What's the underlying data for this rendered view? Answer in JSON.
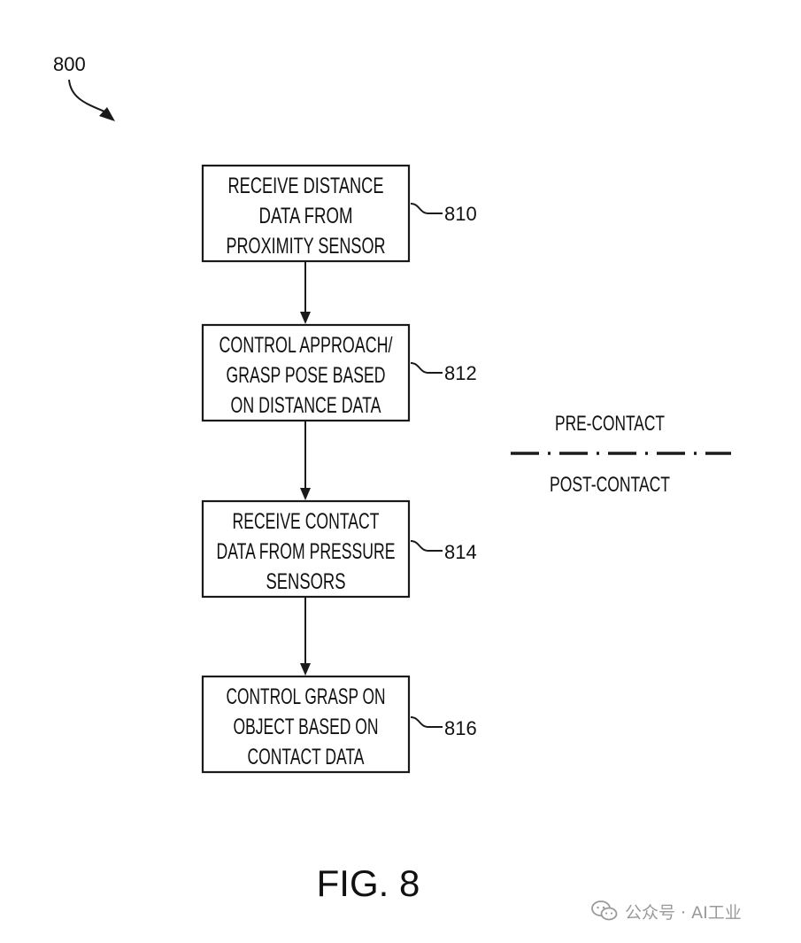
{
  "figure": {
    "id_label": "800",
    "caption": "FIG. 8"
  },
  "steps": [
    {
      "ref": "810",
      "lines": [
        "RECEIVE DISTANCE",
        "DATA FROM",
        "PROXIMITY SENSOR"
      ]
    },
    {
      "ref": "812",
      "lines": [
        "CONTROL APPROACH/",
        "GRASP POSE BASED",
        "ON DISTANCE DATA"
      ]
    },
    {
      "ref": "814",
      "lines": [
        "RECEIVE CONTACT",
        "DATA FROM PRESSURE",
        "SENSORS"
      ]
    },
    {
      "ref": "816",
      "lines": [
        "CONTROL GRASP ON",
        "OBJECT BASED ON",
        "CONTACT DATA"
      ]
    }
  ],
  "phases": {
    "upper": "PRE-CONTACT",
    "lower": "POST-CONTACT"
  },
  "watermark": {
    "text": "公众号 · AI工业",
    "icon": "wechat-icon"
  },
  "colors": {
    "ink": "#111111",
    "watermark": "#9a9a9a"
  }
}
